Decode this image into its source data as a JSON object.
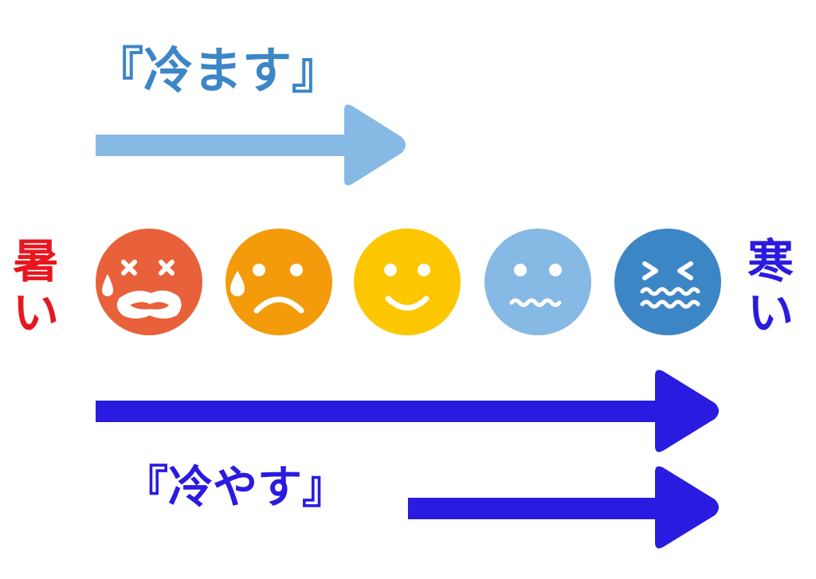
{
  "labels": {
    "top_verb": "『冷ます』",
    "bottom_verb": "『冷やす』",
    "hot": [
      "暑",
      "い"
    ],
    "cold": [
      "寒",
      "い"
    ]
  },
  "colors": {
    "top_verb_text": "#3d86c6",
    "bottom_verb_text": "#2a1be0",
    "hot_text": "#e8161e",
    "cold_text": "#2a1be0",
    "top_arrow": "#86b9e4",
    "bottom_arrow": "#2a1be0"
  },
  "scale": {
    "faces": [
      {
        "name": "very-hot",
        "color": "#e8613a"
      },
      {
        "name": "hot",
        "color": "#f39b0a"
      },
      {
        "name": "comfortable",
        "color": "#fcc700"
      },
      {
        "name": "cool",
        "color": "#86b9e4"
      },
      {
        "name": "very-cold",
        "color": "#3d86c6"
      }
    ]
  }
}
